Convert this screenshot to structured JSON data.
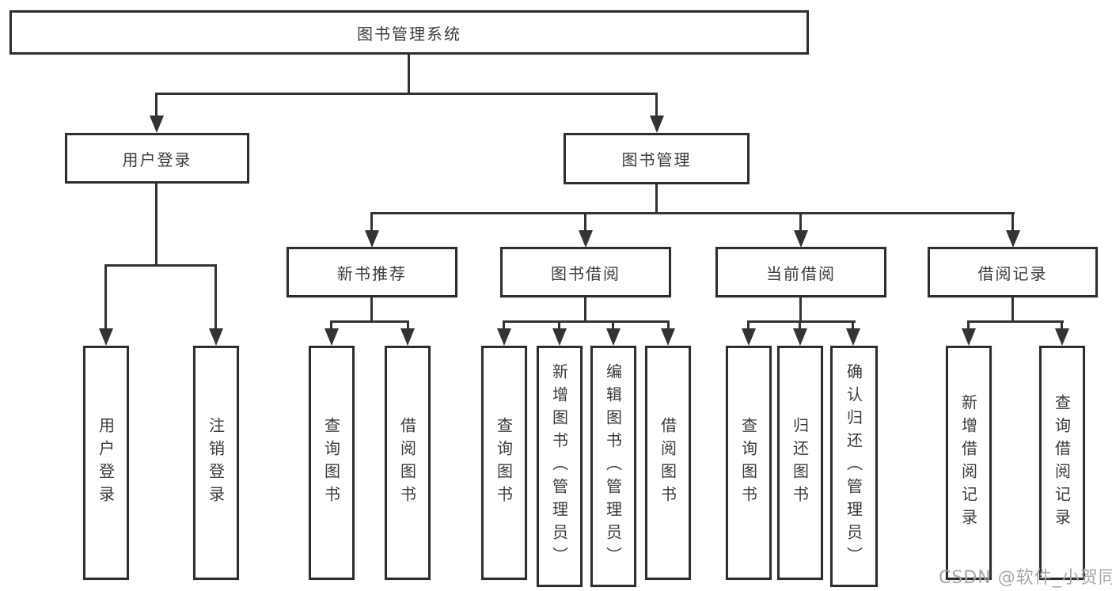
{
  "diagram": {
    "root": "图书管理系统",
    "level2": [
      "用户登录",
      "图书管理"
    ],
    "level3": [
      "新书推荐",
      "图书借阅",
      "当前借阅",
      "借阅记录"
    ],
    "leaves": {
      "login": [
        "用户登录",
        "注销登录"
      ],
      "recommend": [
        "查询图书",
        "借阅图书"
      ],
      "borrow": [
        "查询图书",
        "新增图书（管理员）",
        "编辑图书（管理员）",
        "借阅图书"
      ],
      "current": [
        "查询图书",
        "归还图书",
        "确认归还（管理员）"
      ],
      "record": [
        "新增借阅记录",
        "查询借阅记录"
      ]
    }
  },
  "watermark": "CSDN @软件_小贺同学",
  "colors": {
    "line": "#333333",
    "box_border": "#2e2e2e",
    "text": "#3b3b3b",
    "watermark": "#a8a8a8",
    "background": "#ffffff"
  }
}
